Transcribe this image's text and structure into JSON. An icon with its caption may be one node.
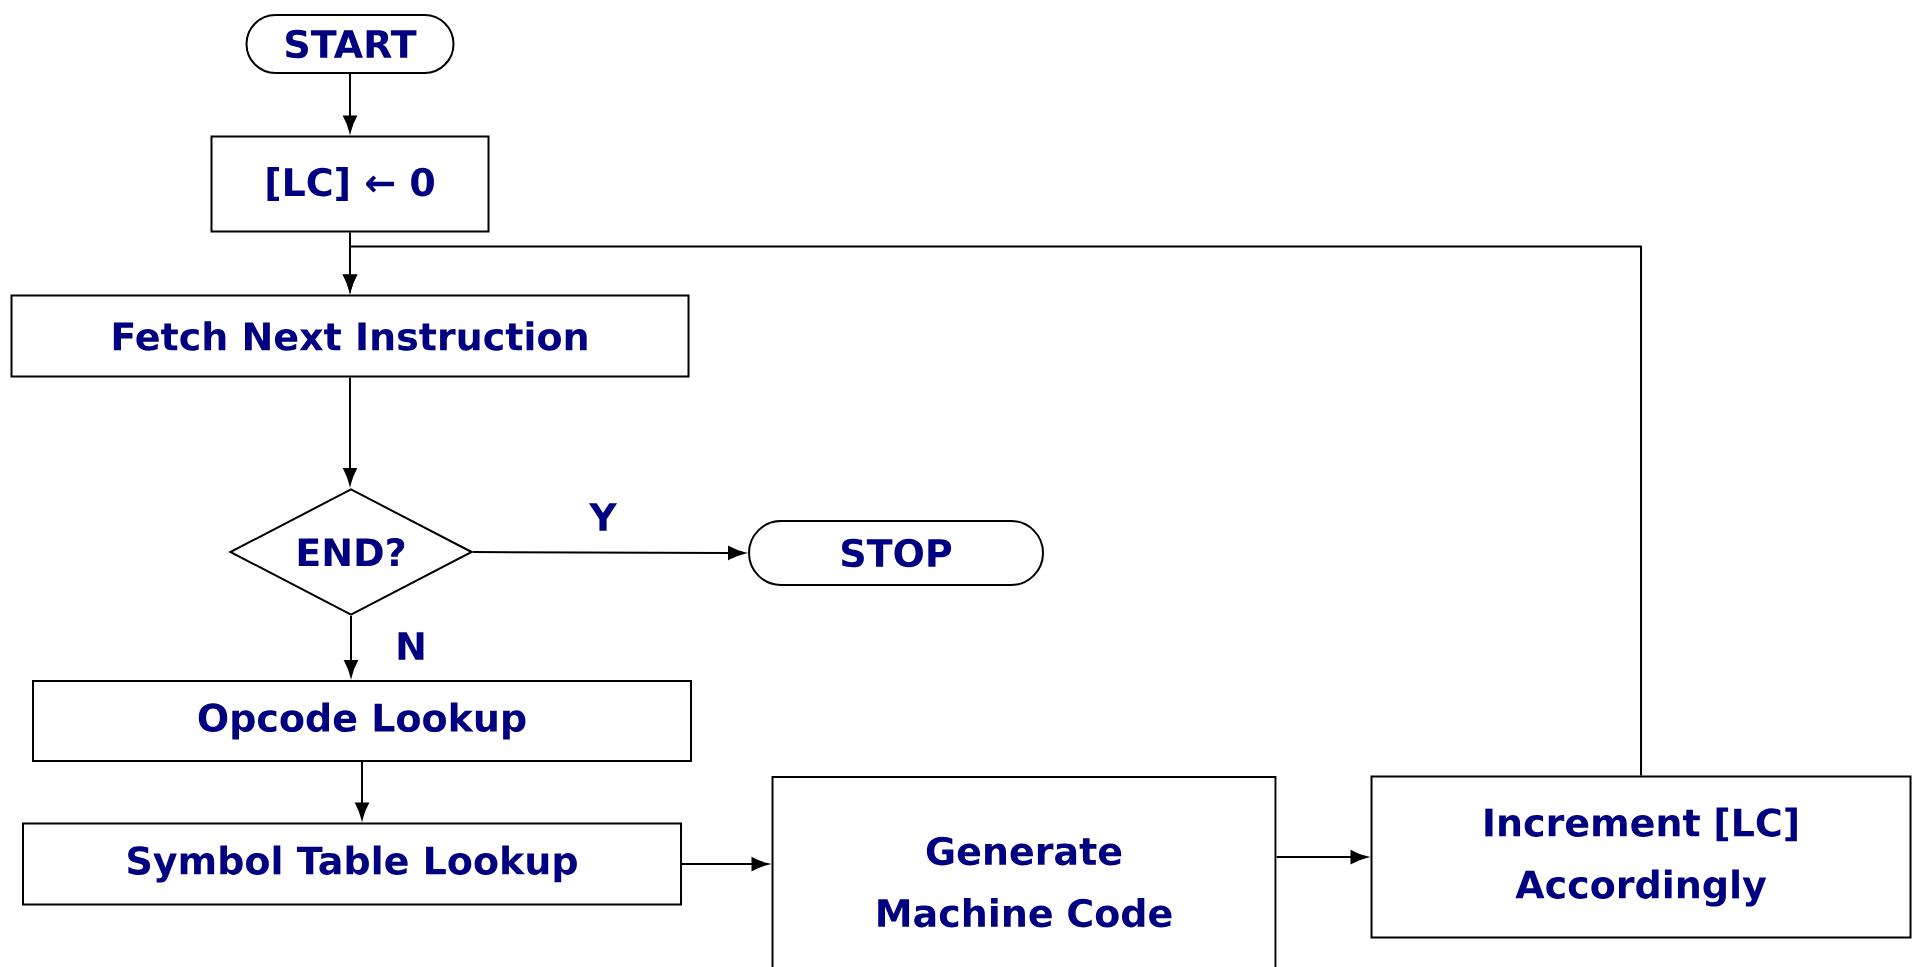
{
  "diagram": {
    "nodes": [
      {
        "text": [
          "START"
        ]
      },
      {
        "text": [
          "[LC] ← 0"
        ]
      },
      {
        "text": [
          "Fetch Next Instruction"
        ]
      },
      {
        "text": [
          "END?"
        ]
      },
      {
        "text": [
          "STOP"
        ]
      },
      {
        "text": [
          "Opcode Lookup"
        ]
      },
      {
        "text": [
          "Symbol Table Lookup"
        ]
      },
      {
        "text": [
          "Generate Machine Code"
        ]
      },
      {
        "text": [
          "Increment [LC] Accordingly"
        ]
      }
    ],
    "edges": [
      {
        "from": 0,
        "to": 1,
        "arrow": "to"
      },
      {
        "from": 1,
        "to": 2,
        "arrow": "to"
      },
      {
        "from": 2,
        "to": 3,
        "arrow": "to"
      },
      {
        "from": 3,
        "to": 4,
        "arrow": "to",
        "label": "Y"
      },
      {
        "from": 3,
        "to": 5,
        "arrow": "to",
        "label": "N"
      },
      {
        "from": 5,
        "to": 6,
        "arrow": "to"
      },
      {
        "from": 6,
        "to": 7,
        "arrow": "to"
      },
      {
        "from": 7,
        "to": 8,
        "arrow": "to"
      },
      {
        "from": 8,
        "to": 2,
        "arrow": "to"
      }
    ]
  }
}
